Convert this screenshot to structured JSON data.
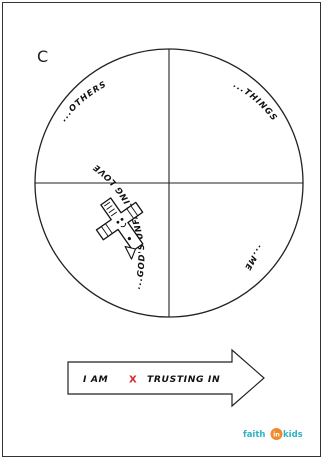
{
  "page": {
    "letter": "C"
  },
  "wheel": {
    "labels": {
      "others": "...OTHERS",
      "things": "...THINGS",
      "me": "...ME",
      "gods_love": "...GOD'S UNFAILING LOVE"
    },
    "icon": "cross-shaped-character-icon"
  },
  "arrow": {
    "part1": "I AM",
    "mark": "X",
    "part2": "TRUSTING IN"
  },
  "brand": {
    "text_a": "faith",
    "text_b": "in",
    "text_c": "kids"
  },
  "colors": {
    "x_mark": "#d9232e",
    "brand_teal": "#2fb2c4",
    "brand_orange": "#f08a2e"
  }
}
